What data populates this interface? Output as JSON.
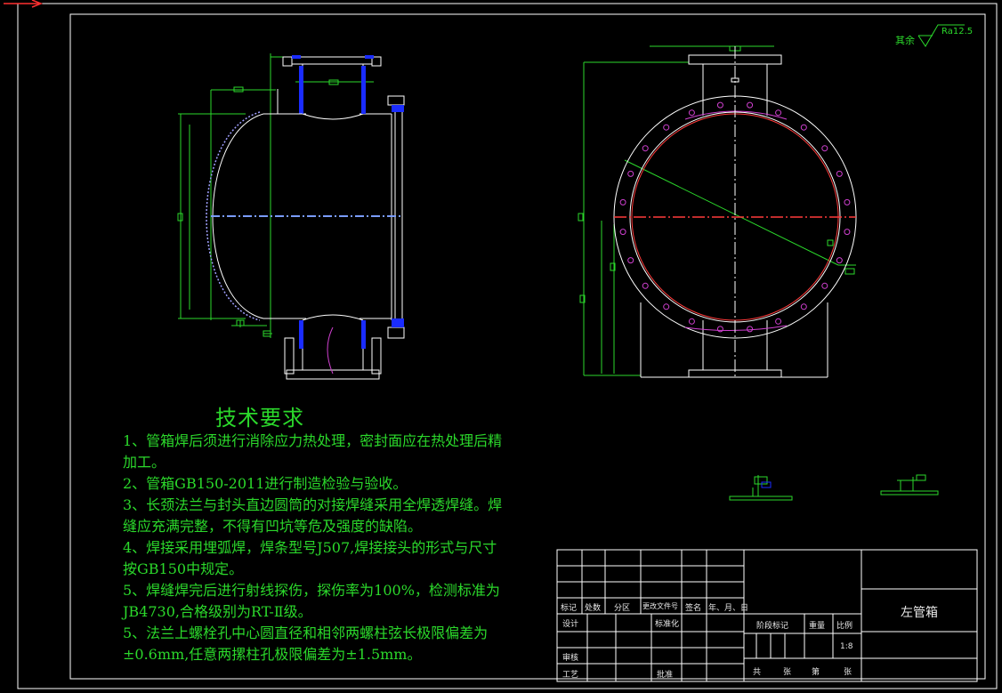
{
  "roughness": {
    "label": "其余",
    "value": "Ra12.5"
  },
  "technical_requirements": {
    "title": "技术要求",
    "items": [
      {
        "lines": [
          "1、管箱焊后须进行消除应力热处理，密封面应在热处理后精",
          "加工。"
        ]
      },
      {
        "lines": [
          "2、管箱GB150-2011进行制造检验与验收。"
        ]
      },
      {
        "lines": [
          "3、长颈法兰与封头直边圆筒的对接焊缝采用全焊透焊缝。焊",
          "缝应充满完整，不得有凹坑等危及强度的缺陷。"
        ]
      },
      {
        "lines": [
          "4、焊接采用埋弧焊，焊条型号J507,焊接接头的形式与尺寸",
          "按GB150中规定。"
        ]
      },
      {
        "lines": [
          "5、焊缝焊完后进行射线探伤，探伤率为100%，检测标准为",
          "JB4730,合格级别为RT-Ⅱ级。"
        ]
      },
      {
        "lines": [
          "5、法兰上螺栓孔中心圆直径和相邻两螺柱弦长极限偏差为",
          "±0.6mm,任意两摞柱孔极限偏差为±1.5mm。"
        ]
      }
    ]
  },
  "title_block": {
    "drawing_name": "左管箱",
    "headers": [
      "标记",
      "处数",
      "分区",
      "更改文件号",
      "签名",
      "年、月、日"
    ],
    "row_design": "设计",
    "row_standard": "标准化",
    "row_review": "审核",
    "row_process": "工艺",
    "row_approve": "批准",
    "stage_mark": "阶段标记",
    "weight": "重量",
    "scale": "比例",
    "scale_value": "1:8",
    "sheets_total": "共",
    "sheets_unit1": "张",
    "sheets_no": "第",
    "sheets_unit2": "张"
  },
  "colors": {
    "border": "#ffffff",
    "geometry": "#ffffff",
    "dimension": "#2bd82b",
    "weld": "#1a2cff",
    "bolt_holes": "#d040d0",
    "flange_face": "#ff3a3a",
    "text": "#2bd82b"
  }
}
